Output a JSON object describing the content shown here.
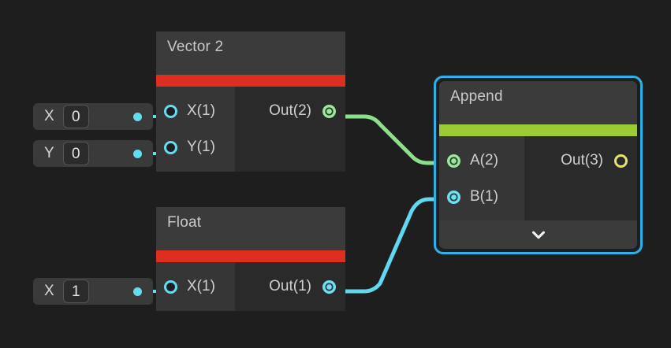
{
  "canvas": {
    "background": "#1e1e1e",
    "type": "node-graph-editor"
  },
  "palette": {
    "node_header": "#3b3b3b",
    "node_body_in": "#363636",
    "node_body_out": "#2a2a2a",
    "accent_red": "#dd2e20",
    "accent_green": "#9ccc33",
    "selection_blue": "#2bb2e8",
    "port_cyan": "#63dcf0",
    "port_green": "#8de08b",
    "port_yellow": "#e8e36a",
    "wire_green": "#8de08b",
    "wire_cyan": "#5fd8f0",
    "text": "#cfcfcf"
  },
  "nodes": [
    {
      "id": "vector2",
      "title": "Vector 2",
      "accent_color": "#dd2e20",
      "selected": false,
      "inputs": [
        {
          "label": "X(1)",
          "port_style": "ring-cyan",
          "connected": false
        },
        {
          "label": "Y(1)",
          "port_style": "ring-cyan",
          "connected": false
        }
      ],
      "outputs": [
        {
          "label": "Out(2)",
          "port_style": "fill-green",
          "connected": true
        }
      ]
    },
    {
      "id": "float",
      "title": "Float",
      "accent_color": "#dd2e20",
      "selected": false,
      "inputs": [
        {
          "label": "X(1)",
          "port_style": "ring-cyan",
          "connected": false
        }
      ],
      "outputs": [
        {
          "label": "Out(1)",
          "port_style": "fill-cyan",
          "connected": true
        }
      ]
    },
    {
      "id": "append",
      "title": "Append",
      "accent_color": "#9ccc33",
      "selected": true,
      "inputs": [
        {
          "label": "A(2)",
          "port_style": "fill-green",
          "connected": true
        },
        {
          "label": "B(1)",
          "port_style": "fill-cyan",
          "connected": true
        }
      ],
      "outputs": [
        {
          "label": "Out(3)",
          "port_style": "ring-yellow",
          "connected": false
        }
      ],
      "footer_icon": "chevron-down-icon"
    }
  ],
  "input_rows": [
    {
      "id": "vector2-x",
      "key": "X",
      "value": "0"
    },
    {
      "id": "vector2-y",
      "key": "Y",
      "value": "0"
    },
    {
      "id": "float-x",
      "key": "X",
      "value": "1"
    }
  ],
  "connections": [
    {
      "id": "vector2-out-to-append-a",
      "from": "vector2.Out(2)",
      "to": "append.A(2)",
      "color": "#8de08b"
    },
    {
      "id": "float-out-to-append-b",
      "from": "float.Out(1)",
      "to": "append.B(1)",
      "color": "#5fd8f0"
    }
  ]
}
